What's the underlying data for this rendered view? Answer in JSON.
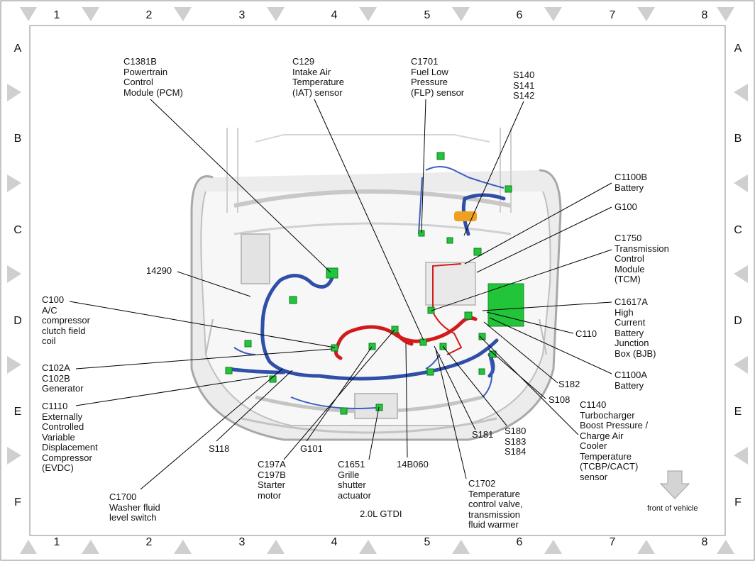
{
  "grid": {
    "columns": [
      "1",
      "2",
      "3",
      "4",
      "5",
      "6",
      "7",
      "8"
    ],
    "rows": [
      "A",
      "B",
      "C",
      "D",
      "E",
      "F"
    ]
  },
  "callouts": {
    "c1381b": "C1381B\nPowertrain\nControl\nModule (PCM)",
    "c129": "C129\nIntake Air\nTemperature\n(IAT) sensor",
    "c1701": "C1701\nFuel Low\nPressure\n(FLP) sensor",
    "s140": "S140\nS141\nS142",
    "c1100b": "C1100B\nBattery",
    "g100": "G100",
    "c1750": "C1750\nTransmission\nControl\nModule\n(TCM)",
    "n14290": "14290",
    "c100": "C100\nA/C\ncompressor\nclutch field\ncoil",
    "c1617a": "C1617A\nHigh\nCurrent\nBattery\nJunction\nBox (BJB)",
    "c110": "C110",
    "c1100a": "C1100A\nBattery",
    "s182": "S182",
    "s108": "S108",
    "c102a": "C102A\nC102B\nGenerator",
    "c1110": "C1110\nExternally\nControlled\nVariable\nDisplacement\nCompressor\n(EVDC)",
    "s118": "S118",
    "g101": "G101",
    "c197a": "C197A\nC197B\nStarter\nmotor",
    "c1651": "C1651\nGrille\nshutter\nactuator",
    "n14b060": "14B060",
    "s181": "S181",
    "s180": "S180\nS183\nS184",
    "c1140": "C1140\nTurbocharger\nBoost Pressure /\nCharge Air\nCooler\nTemperature\n(TCBP/CACT)\nsensor",
    "c1702": "C1702\nTemperature\ncontrol valve,\ntransmission\nfluid warmer",
    "c1700": "C1700\nWasher fluid\nlevel switch",
    "engine": "2.0L GTDI",
    "front": "front of vehicle"
  },
  "colors": {
    "harness_red": "#d21a1a",
    "harness_blue": "#2f4fa8",
    "connector_green": "#22c43a",
    "frame_gray": "#c8c8c8",
    "orange": "#f0a020"
  }
}
